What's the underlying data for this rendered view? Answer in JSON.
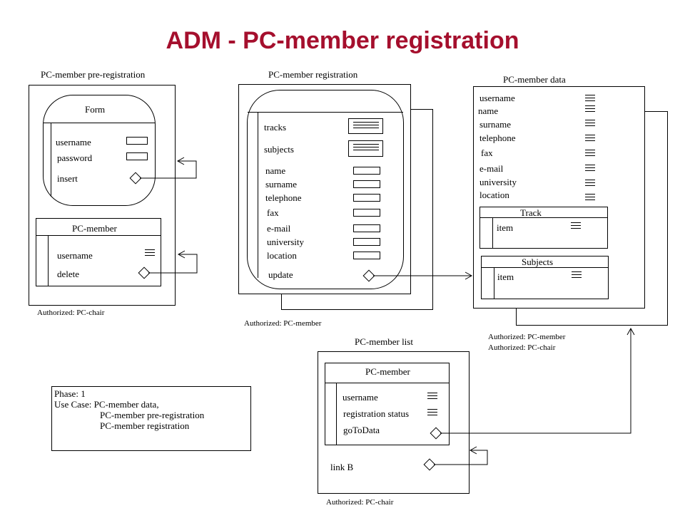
{
  "title": "ADM - PC-member registration",
  "preregistration": {
    "header": "PC-member pre-registration",
    "form_title": "Form",
    "fields": [
      "username",
      "password",
      "insert"
    ],
    "list_title": "PC-member",
    "list_items": [
      "username",
      "delete"
    ],
    "authorized": "Authorized: PC-chair"
  },
  "registration": {
    "header": "PC-member registration",
    "multi": [
      "tracks",
      "subjects"
    ],
    "fields": [
      "name",
      "surname",
      "telephone",
      "fax",
      "e-mail",
      "university",
      "location"
    ],
    "action": "update",
    "authorized": "Authorized: PC-member"
  },
  "data": {
    "header": "PC-member data",
    "fields": [
      "username",
      "name",
      "surname",
      "telephone",
      "fax",
      "e-mail",
      "university",
      "location"
    ],
    "track_title": "Track",
    "track_item": "item",
    "subjects_title": "Subjects",
    "subjects_item": "item",
    "authorized_1": "Authorized: PC-member",
    "authorized_2": "Authorized: PC-chair"
  },
  "list": {
    "header": "PC-member list",
    "inner_title": "PC-member",
    "items": [
      "username",
      "registration status",
      "goToData"
    ],
    "link": "link B",
    "authorized": "Authorized: PC-chair"
  },
  "note": {
    "line1": "Phase: 1",
    "line2": "Use Case: PC-member data,",
    "line3": "PC-member pre-registration",
    "line4": "PC-member registration"
  }
}
